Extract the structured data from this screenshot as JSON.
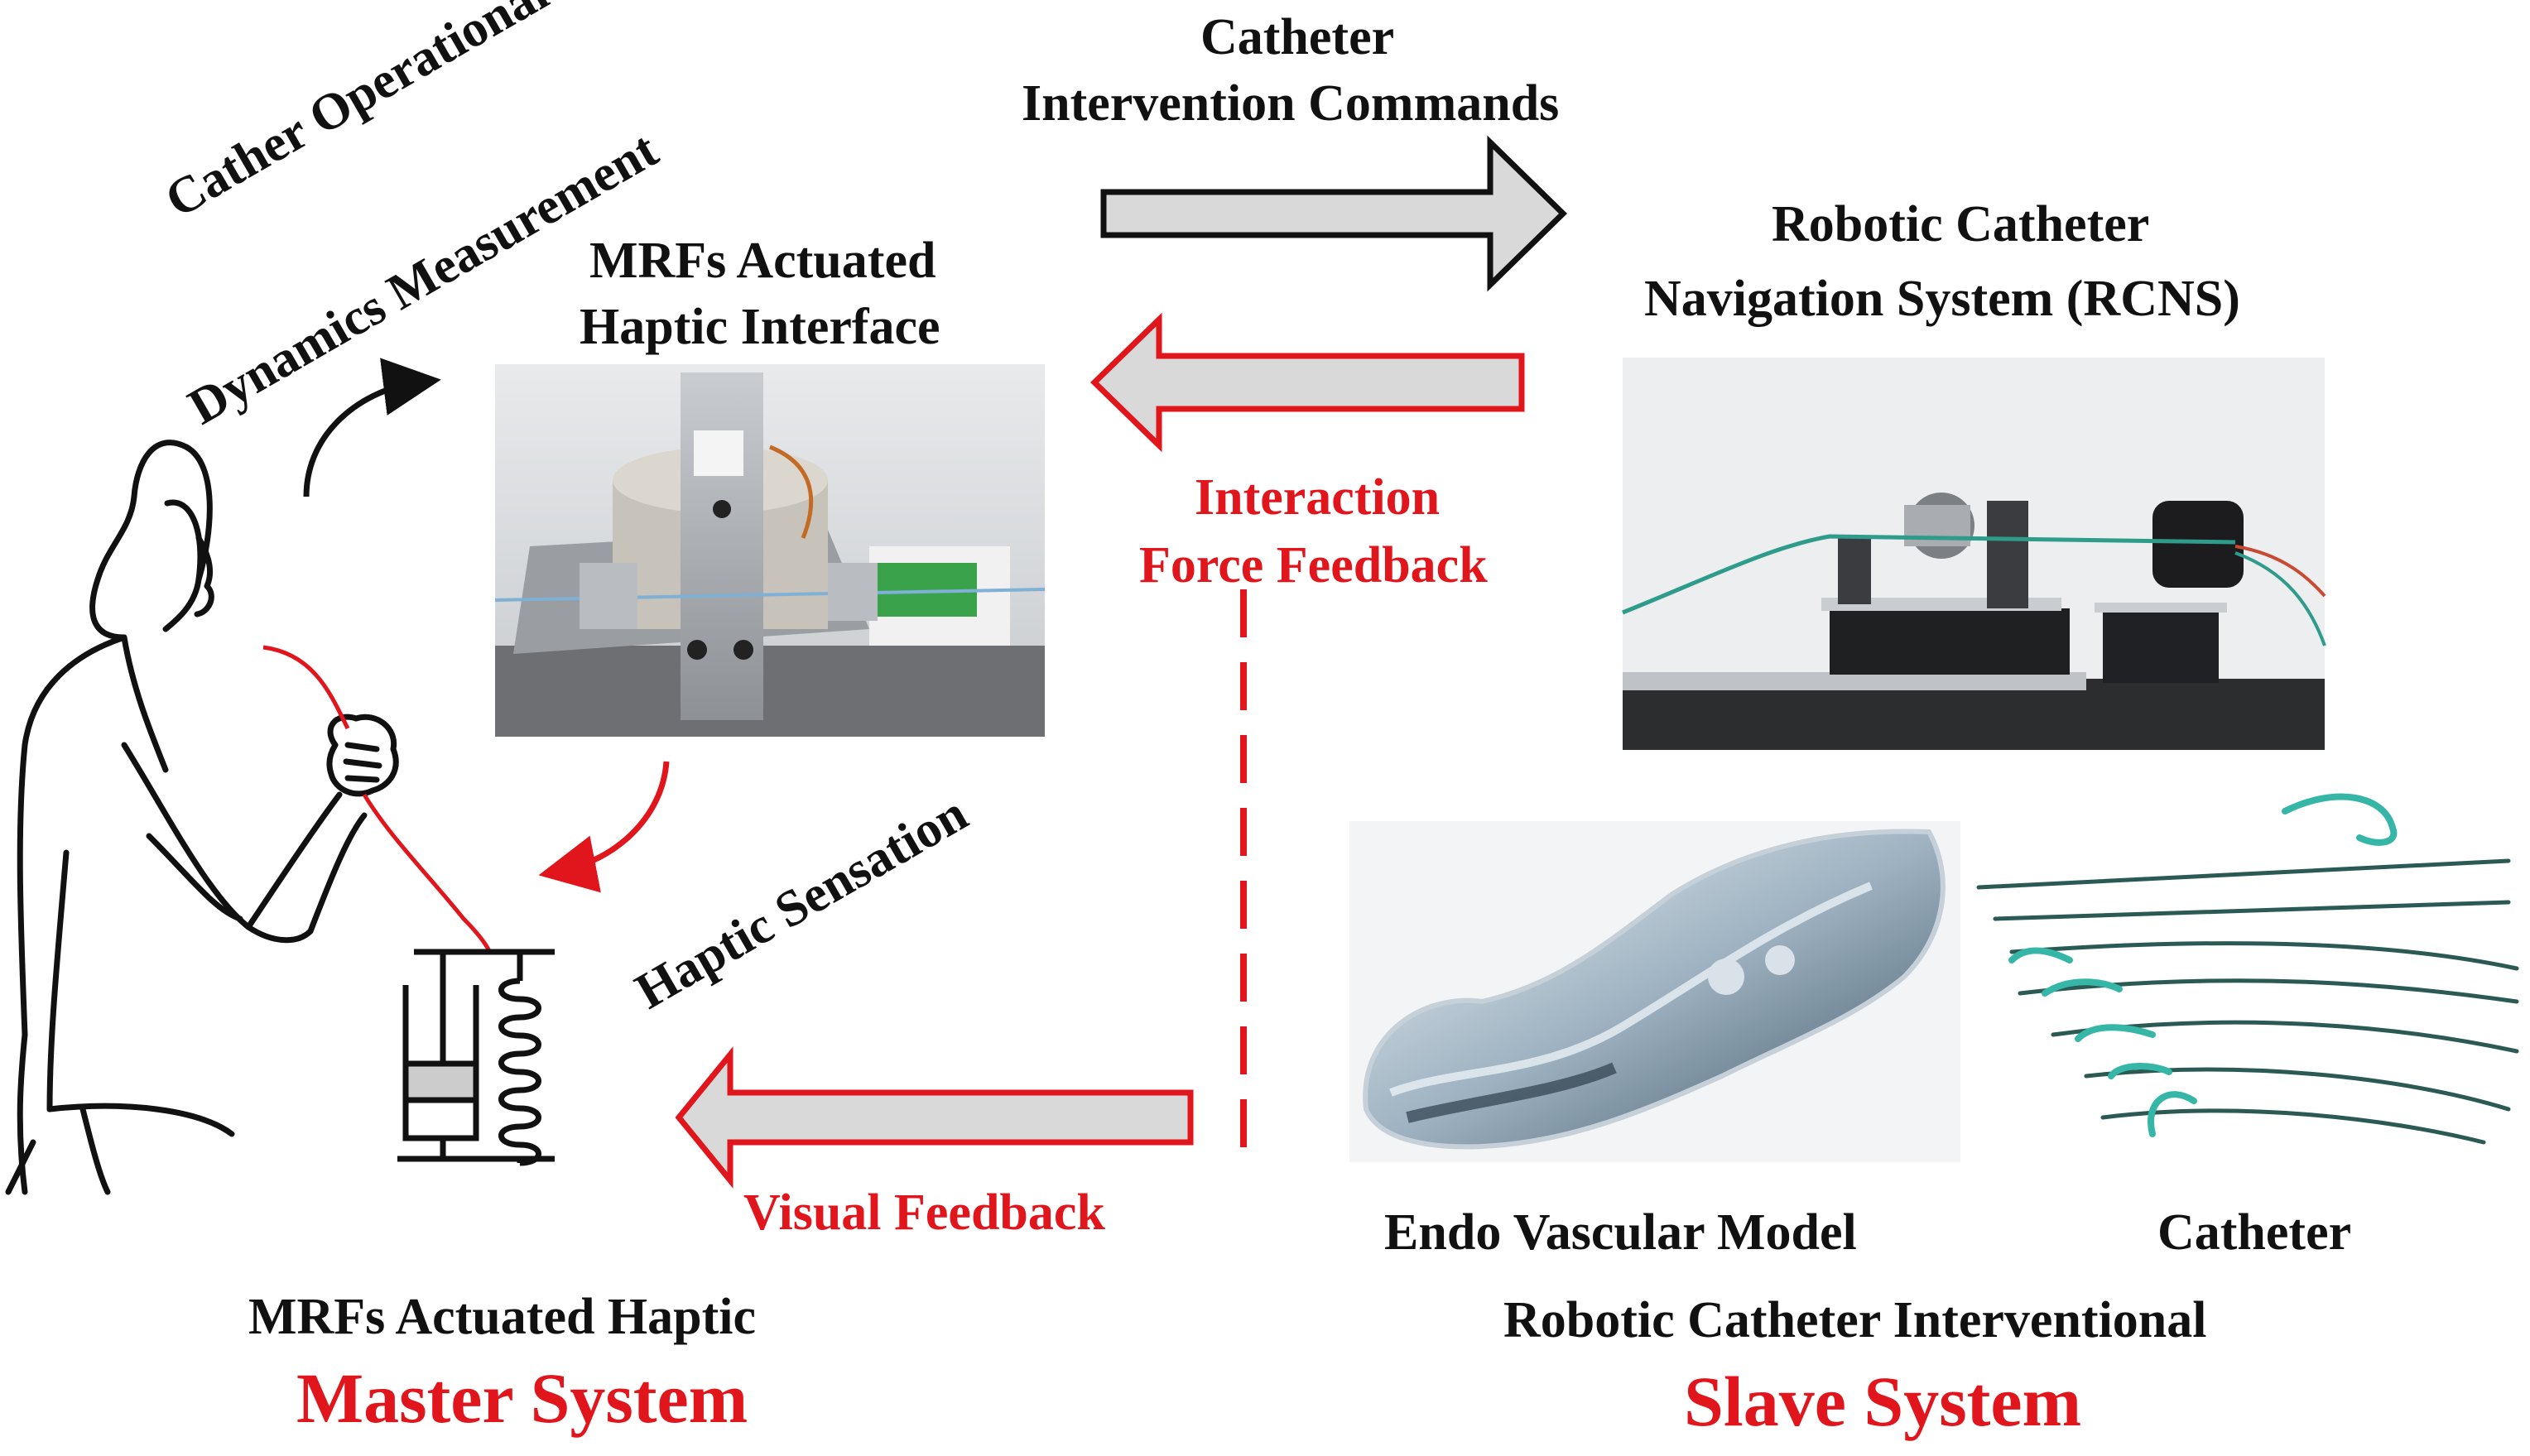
{
  "colors": {
    "accent_red": "#e0161c",
    "arrow_gray": "#d9d9d9",
    "ink": "#111111"
  },
  "labels": {
    "commands": [
      "Catheter",
      "Intervention Commands"
    ],
    "dynamics": [
      "Cather Operational",
      "Dynamics Measurement"
    ],
    "haptic_interface": [
      "MRFs Actuated",
      "Haptic Interface"
    ],
    "rcns": [
      "Robotic Catheter",
      "Navigation System (RCNS)"
    ],
    "force_feedback": [
      "Interaction",
      "Force Feedback"
    ],
    "haptic_sensation": "Haptic Sensation",
    "visual_feedback": "Visual Feedback",
    "vascular_model": "Endo Vascular Model",
    "catheter": "Catheter",
    "master_sub": "MRFs Actuated Haptic",
    "master_title": "Master System",
    "slave_sub": "Robotic Catheter Interventional",
    "slave_title": "Slave System"
  }
}
